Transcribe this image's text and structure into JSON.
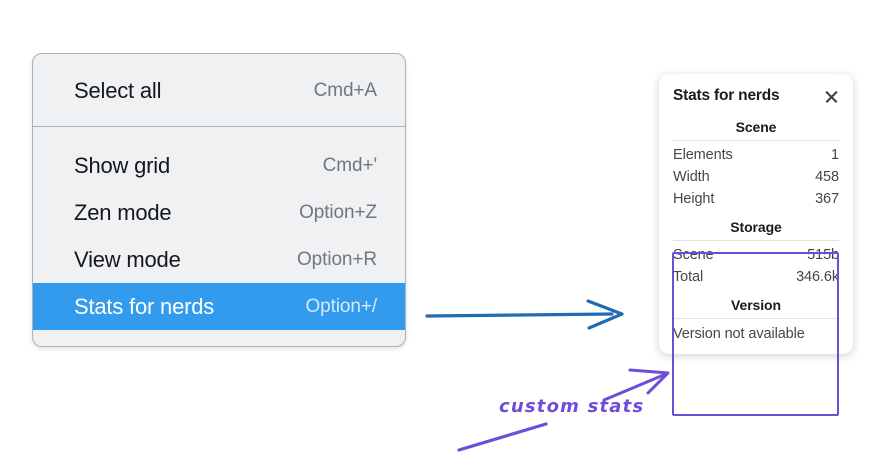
{
  "menu": {
    "groups": [
      {
        "name": "group-top",
        "items": [
          {
            "label": "Select all",
            "shortcut": "Cmd+A",
            "selected": false
          }
        ]
      },
      {
        "name": "group-bottom",
        "items": [
          {
            "label": "Show grid",
            "shortcut": "Cmd+'",
            "selected": false
          },
          {
            "label": "Zen mode",
            "shortcut": "Option+Z",
            "selected": false
          },
          {
            "label": "View mode",
            "shortcut": "Option+R",
            "selected": false
          },
          {
            "label": "Stats for nerds",
            "shortcut": "Option+/",
            "selected": true
          }
        ]
      }
    ],
    "selected_highlight_color": "#339bee"
  },
  "stats_panel": {
    "title": "Stats for nerds",
    "close_icon": "close-icon",
    "sections": [
      {
        "title": "Scene",
        "rows": [
          {
            "key": "Elements",
            "value": "1"
          },
          {
            "key": "Width",
            "value": "458"
          },
          {
            "key": "Height",
            "value": "367"
          }
        ]
      },
      {
        "title": "Storage",
        "rows": [
          {
            "key": "Scene",
            "value": "515b"
          },
          {
            "key": "Total",
            "value": "346.6k"
          }
        ]
      },
      {
        "title": "Version",
        "plain_rows": [
          "Version not available"
        ]
      }
    ],
    "highlight_border_color": "#6f4ddb"
  },
  "annotations": {
    "caption": "custom stats",
    "caption_color": "#6f4ddb",
    "flow_arrow_color": "#1f6cb0"
  }
}
